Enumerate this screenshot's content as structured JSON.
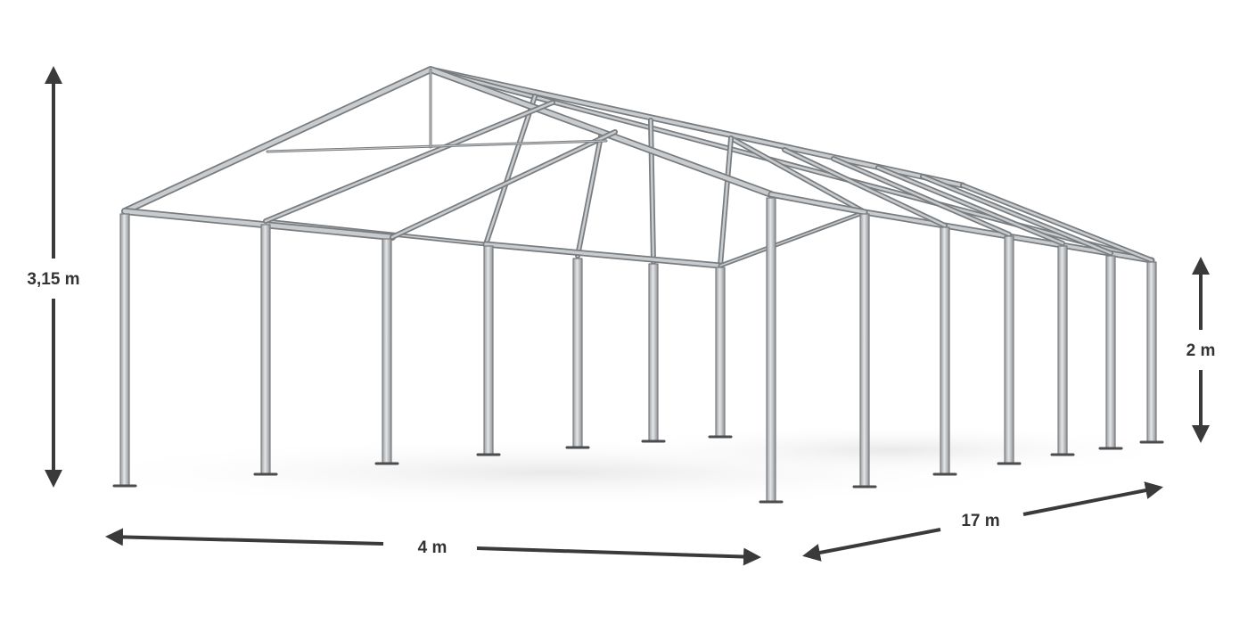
{
  "dimensions": {
    "height_total": "3,15 m",
    "height_side": "2 m",
    "width": "4 m",
    "length": "17 m"
  },
  "colors": {
    "background": "#ffffff",
    "frame_stroke": "#7a7d80",
    "frame_fill": "#c9ccce",
    "arrow": "#3a3a3a",
    "label": "#333333",
    "shadow": "#eeeeee"
  }
}
